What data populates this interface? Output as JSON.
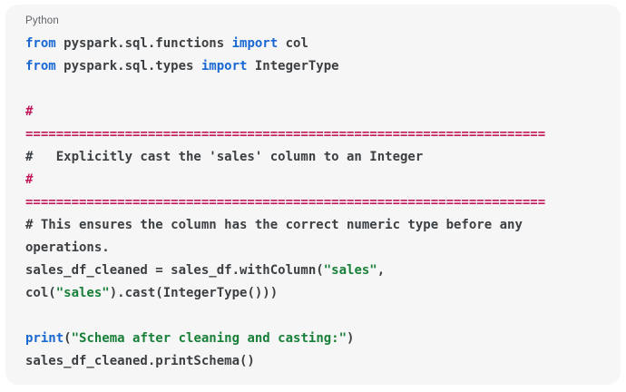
{
  "code_block": {
    "language_label": "Python",
    "colors": {
      "card_bg": "#f6f6f7",
      "label": "#5f6368",
      "keyword": "#1967d2",
      "magenta": "#c2185b",
      "string": "#188038",
      "text": "#3c4043"
    },
    "lines": [
      [
        {
          "t": "from",
          "c": "keyword"
        },
        {
          "t": " pyspark.sql.functions ",
          "c": "text"
        },
        {
          "t": "import",
          "c": "keyword"
        },
        {
          "t": " col",
          "c": "text"
        }
      ],
      [
        {
          "t": "from",
          "c": "keyword"
        },
        {
          "t": " pyspark.sql.types ",
          "c": "text"
        },
        {
          "t": "import",
          "c": "keyword"
        },
        {
          "t": " IntegerType",
          "c": "text"
        }
      ],
      [],
      [
        {
          "t": "#",
          "c": "magenta"
        }
      ],
      [
        {
          "t": "====================================================================",
          "c": "magenta"
        }
      ],
      [
        {
          "t": "#   Explicitly cast the 'sales' column to an Integer",
          "c": "text"
        }
      ],
      [
        {
          "t": "#",
          "c": "magenta"
        }
      ],
      [
        {
          "t": "====================================================================",
          "c": "magenta"
        }
      ],
      [
        {
          "t": "# This ensures the column has the correct numeric type before any",
          "c": "text"
        }
      ],
      [
        {
          "t": "operations.",
          "c": "text"
        }
      ],
      [
        {
          "t": "sales_df_cleaned = sales_df.withColumn(",
          "c": "text"
        },
        {
          "t": "\"sales\"",
          "c": "string"
        },
        {
          "t": ",",
          "c": "text"
        }
      ],
      [
        {
          "t": "col(",
          "c": "text"
        },
        {
          "t": "\"sales\"",
          "c": "string"
        },
        {
          "t": ").cast(IntegerType()))",
          "c": "text"
        }
      ],
      [],
      [
        {
          "t": "print",
          "c": "keyword"
        },
        {
          "t": "(",
          "c": "text"
        },
        {
          "t": "\"Schema after cleaning and casting:\"",
          "c": "string"
        },
        {
          "t": ")",
          "c": "text"
        }
      ],
      [
        {
          "t": "sales_df_cleaned.printSchema()",
          "c": "text"
        }
      ]
    ]
  }
}
